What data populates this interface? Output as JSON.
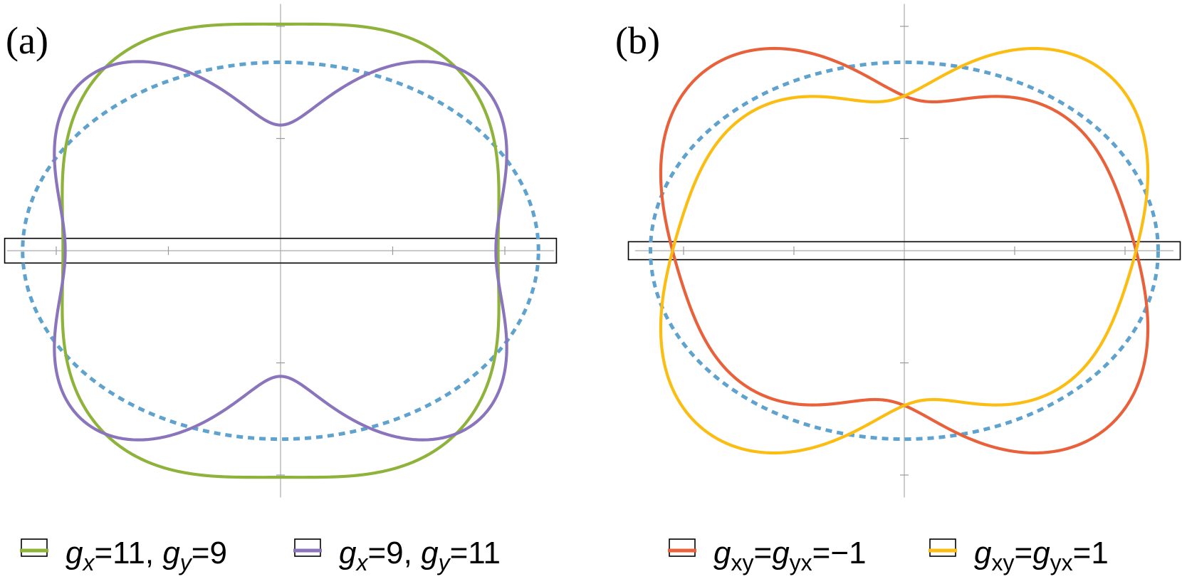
{
  "chart_data": [
    {
      "type": "line",
      "panel_label": "(a)",
      "xlim": [
        -1.22,
        1.22
      ],
      "ylim": [
        -1.1,
        1.1
      ],
      "grid": false,
      "axes": "centered crosshair",
      "legend_placement": "bottom",
      "reference": {
        "kind": "polar",
        "style": "dashed",
        "color": "#5fa2cd",
        "a": 1.15,
        "b": 0.84
      },
      "highlight_band": {
        "y_center": 0.0,
        "half_height": 0.055,
        "x_range": [
          -1.23,
          1.23
        ]
      },
      "series": [
        {
          "name_parts": [
            "g",
            "x",
            "=11, ",
            "g",
            "y",
            "=9"
          ],
          "color": "#8db33b",
          "kind": "polar",
          "base": 1.06,
          "c2": -0.02,
          "c4": -0.07,
          "s2": 0.0
        },
        {
          "name_parts": [
            "g",
            "x",
            "=9, ",
            "g",
            "y",
            "=11"
          ],
          "color": "#8a75bd",
          "kind": "polar",
          "base": 0.95,
          "c2": 0.2,
          "c4": -0.19,
          "s2": 0.0
        }
      ]
    },
    {
      "type": "line",
      "panel_label": "(b)",
      "xlim": [
        -1.22,
        1.22
      ],
      "ylim": [
        -1.1,
        1.1
      ],
      "grid": false,
      "axes": "centered crosshair",
      "legend_placement": "bottom",
      "reference": {
        "kind": "polar",
        "style": "dashed",
        "color": "#5fa2cd",
        "a": 1.15,
        "b": 0.84
      },
      "highlight_band": {
        "y_center": 0.0,
        "half_height": 0.04,
        "x_range": [
          -1.25,
          1.25
        ]
      },
      "series": [
        {
          "name_parts": [
            "g",
            "xy",
            "=",
            "g",
            "yx",
            "=−1"
          ],
          "color": "#e9613b",
          "kind": "polar",
          "base": 0.96,
          "c2": 0.18,
          "c4": -0.09,
          "s2": -0.14
        },
        {
          "name_parts": [
            "g",
            "xy",
            "=",
            "g",
            "yx",
            "=1"
          ],
          "color": "#fbbd12",
          "kind": "polar",
          "base": 0.96,
          "c2": 0.18,
          "c4": -0.09,
          "s2": 0.14
        }
      ]
    }
  ]
}
